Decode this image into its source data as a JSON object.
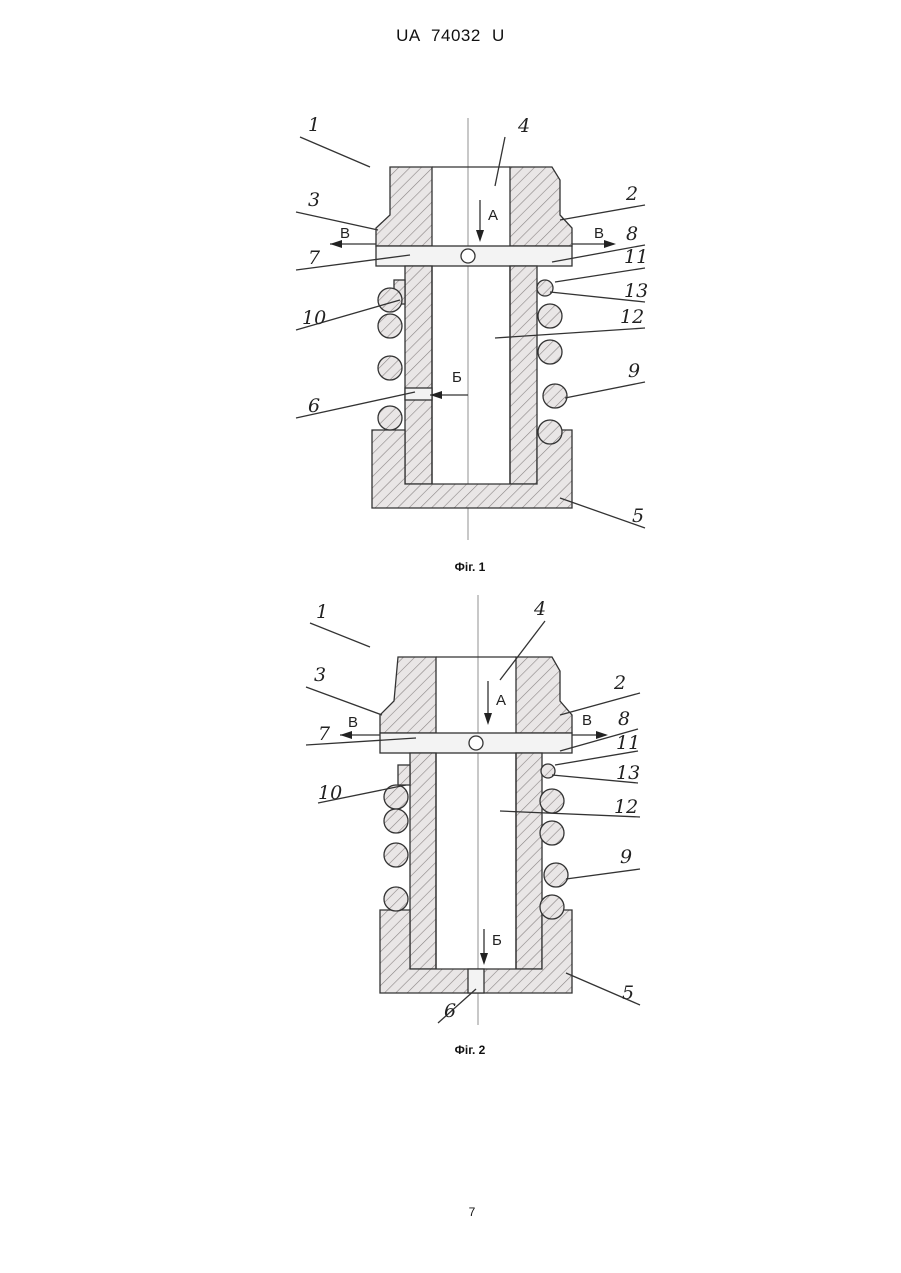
{
  "header": {
    "patent_number": "UA   74032   U"
  },
  "figures": [
    {
      "caption": "Фіг. 1",
      "labels": {
        "l1": "1",
        "l2": "2",
        "l3": "3",
        "l4": "4",
        "l5": "5",
        "l6": "6",
        "l7": "7",
        "l8": "8",
        "l9": "9",
        "l10": "10",
        "l11": "11",
        "l12": "12",
        "l13": "13"
      },
      "arrows": {
        "a": "A",
        "b": "Б",
        "v_left": "B",
        "v_right": "B"
      }
    },
    {
      "caption": "Фіг. 2",
      "labels": {
        "l1": "1",
        "l2": "2",
        "l3": "3",
        "l4": "4",
        "l5": "5",
        "l6": "6",
        "l7": "7",
        "l8": "8",
        "l9": "9",
        "l10": "10",
        "l11": "11",
        "l12": "12",
        "l13": "13"
      },
      "arrows": {
        "a": "A",
        "b": "Б",
        "v_left": "B",
        "v_right": "B"
      }
    }
  ],
  "footer": {
    "page_number": "7"
  }
}
